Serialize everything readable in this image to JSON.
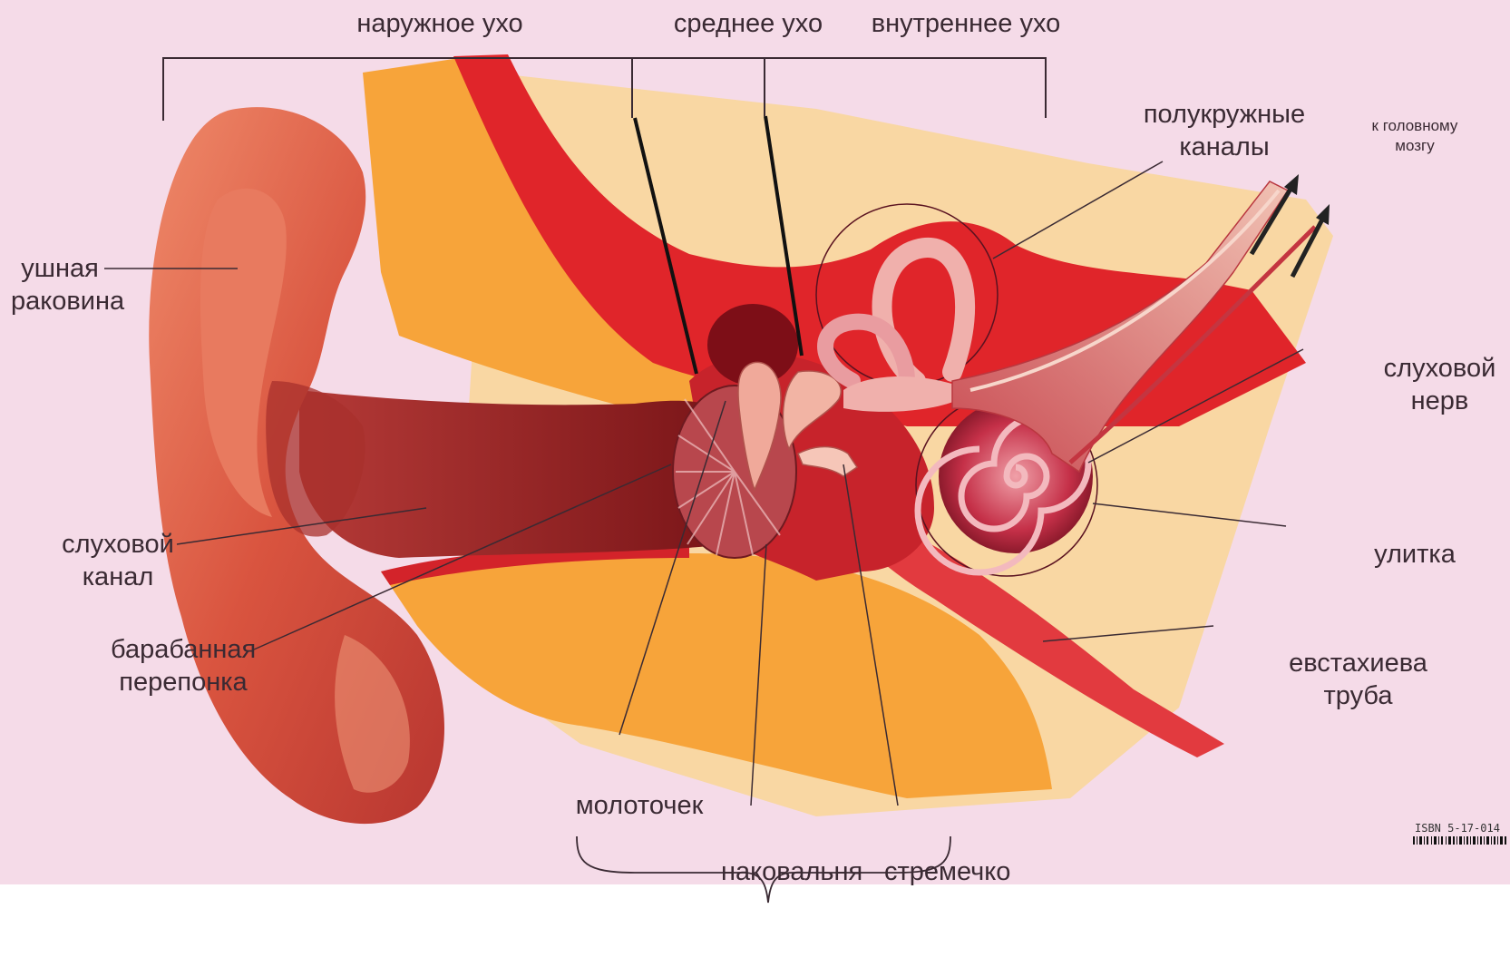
{
  "top_labels": {
    "outer_ear": "наружное ухо",
    "middle_ear": "среднее ухо",
    "inner_ear": "внутреннее ухо"
  },
  "labels": {
    "auricle_1": "ушная",
    "auricle_2": "раковина",
    "canal_1": "слуховой",
    "canal_2": "канал",
    "eardrum_1": "барабанная",
    "eardrum_2": "перепонка",
    "hammer": "молоточек",
    "anvil": "наковальня",
    "stirrup": "стремечко",
    "semicircular_1": "полукружные",
    "semicircular_2": "каналы",
    "to_brain_1": "к головному",
    "to_brain_2": "мозгу",
    "nerve_1": "слуховой",
    "nerve_2": "нерв",
    "cochlea": "улитка",
    "eustachian_1": "евстахиева",
    "eustachian_2": "труба"
  },
  "isbn": "ISBN 5-17-014",
  "colors": {
    "background": "#f5dbe8",
    "skin": "#d9543f",
    "skin_dark": "#8e1f22",
    "tissue_red": "#e0252a",
    "tissue_orange": "#f7a43a",
    "tissue_yellow": "#fbd36a",
    "label_text": "#3a2a33"
  }
}
